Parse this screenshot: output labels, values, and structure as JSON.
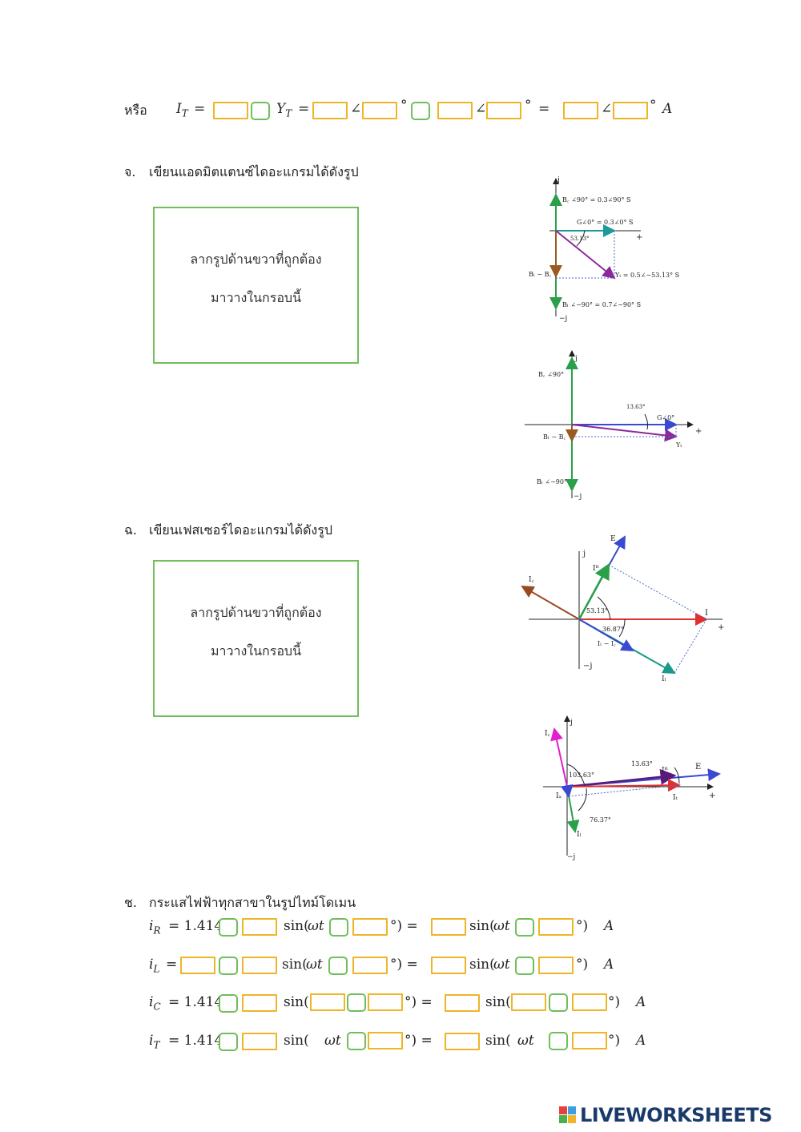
{
  "row_it": {
    "prefix": "หรือ",
    "eq1": "=",
    "eq2": "=",
    "deg": "°",
    "eq3": "=",
    "angle": "∠",
    "unit": "A"
  },
  "section_jo": {
    "label": "จ.",
    "text": "เขียนแอดมิตแตนซ์ไดอะแกรมได้ดังรูป",
    "dropzone_line1": "ลากรูปด้านขวาที่ถูกต้อง",
    "dropzone_line2": "มาวางในกรอบนี้"
  },
  "section_cho": {
    "label": "ฉ.",
    "text": "เขียนเฟสเซอร์ไดอะแกรมได้ดังรูป",
    "dropzone_line1": "ลากรูปด้านขวาที่ถูกต้อง",
    "dropzone_line2": "มาวางในกรอบนี้"
  },
  "section_cho2": {
    "label": "ช.",
    "text": "กระแสไฟฟ้าทุกสาขาในรูปไทม์โดเมน"
  },
  "equations": {
    "coef": "= 1.414",
    "eq": "=",
    "sin": "sin(",
    "omega_t": "ωt",
    "close_deg": "°)",
    "close_deg_eq": "°) =",
    "unit": "A"
  },
  "diagram1": {
    "j": "j",
    "neg_j": "−j",
    "plus": "+",
    "bc": "B꜀ ∠90° = 0.3∠90° S",
    "g": "G∠0° = 0.3∠0° S",
    "angle": "53.13°",
    "bl_bc": "Bₗ − B꜀",
    "yt": "Yₜ = 0.5∠−53.13° S",
    "bl": "Bₗ ∠−90° = 0.7∠−90° S"
  },
  "diagram2": {
    "j": "j",
    "neg_j": "−j",
    "plus": "+",
    "bc": "B꜀ ∠90°",
    "angle": "13.63°",
    "g": "G∠0°",
    "bl_bc": "Bₗ − B꜀",
    "yt": "Yₜ",
    "bl": "Bₗ ∠−90°"
  },
  "diagram3": {
    "j": "j",
    "neg_j": "−j",
    "plus": "+",
    "e": "E",
    "ir": "Iᴿ",
    "ic": "I꜀",
    "angle1": "53.13°",
    "angle2": "36.87°",
    "i": "I",
    "il_ic": "Iₗ − I꜀",
    "il": "Iₗ"
  },
  "diagram4": {
    "j": "j",
    "neg_j": "−j",
    "plus": "+",
    "ic": "I꜀",
    "angle1": "103.63°",
    "angle2": "13.63°",
    "ir": "Iᴿ",
    "e": "E",
    "ix": "Iₓ",
    "it": "Iₜ",
    "angle3": "76.37°",
    "il": "Iₗ"
  },
  "watermark": {
    "text": "LIVEWORKSHEETS"
  }
}
